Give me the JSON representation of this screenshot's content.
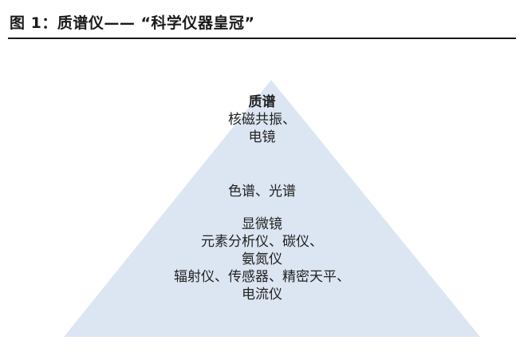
{
  "title": "图 1：质谱仪—— “科学仪器皇冠”",
  "colors": {
    "pyramid_fill": "#dce6f2",
    "text": "#222222",
    "rule": "#1a1a1a"
  },
  "pyramid": {
    "tiers": [
      {
        "lines": [
          "质谱",
          "核磁共振、",
          "电镜"
        ]
      },
      {
        "lines": [
          "色谱、光谱"
        ]
      },
      {
        "lines": [
          "显微镜",
          "元素分析仪、碳仪、",
          "氨氮仪",
          "辐射仪、传感器、精密天平、",
          "电流仪"
        ]
      }
    ]
  }
}
